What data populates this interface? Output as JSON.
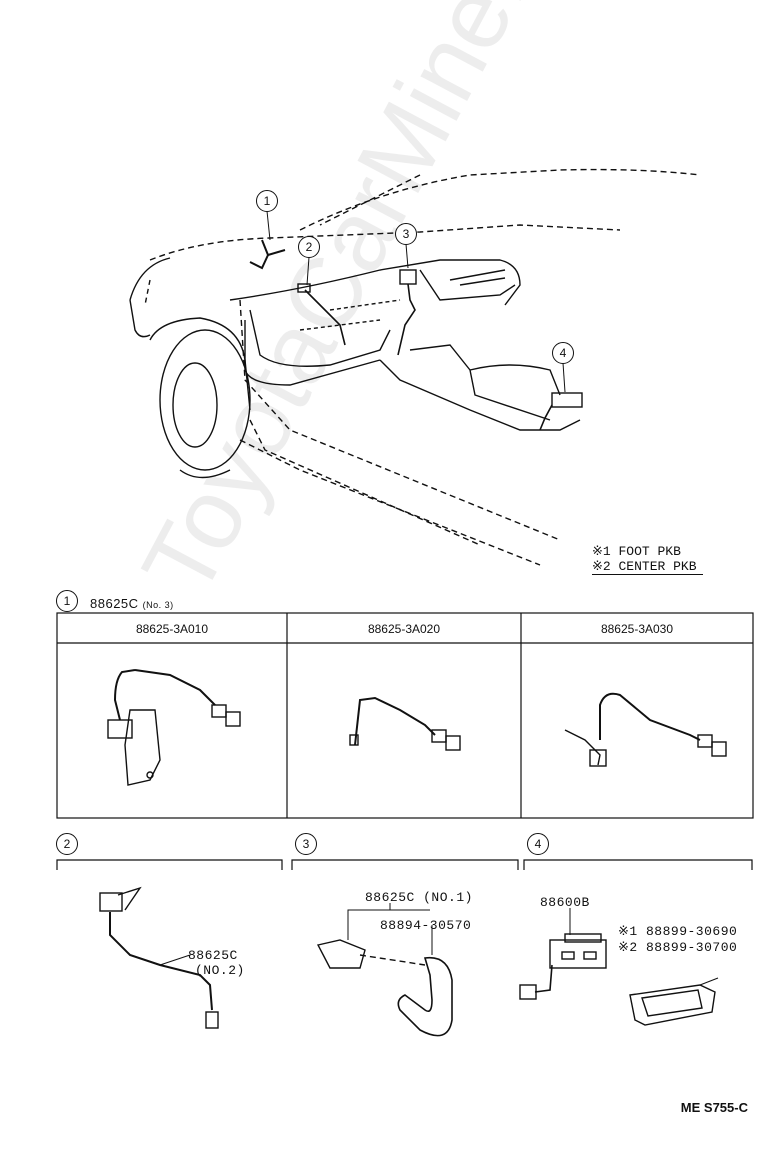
{
  "watermark": "ToyotaCarMine.ru",
  "callouts": {
    "c1": "1",
    "c2": "2",
    "c3": "3",
    "c4": "4"
  },
  "legend": [
    "※1 FOOT PKB",
    "※2 CENTER PKB"
  ],
  "section1": {
    "number": "1",
    "part": "88625C",
    "note": "(No. 3)",
    "columns": [
      "88625-3A010",
      "88625-3A020",
      "88625-3A030"
    ]
  },
  "section2": {
    "number": "2",
    "part": "88625C",
    "note": "(NO.2)"
  },
  "section3": {
    "number": "3",
    "part": "88625C (NO.1)",
    "hose": "88894-30570"
  },
  "section4": {
    "number": "4",
    "switch": "88600B",
    "variants": [
      "※1  88899-30690",
      "※2  88899-30700"
    ]
  },
  "footer": "ME  S755-C"
}
